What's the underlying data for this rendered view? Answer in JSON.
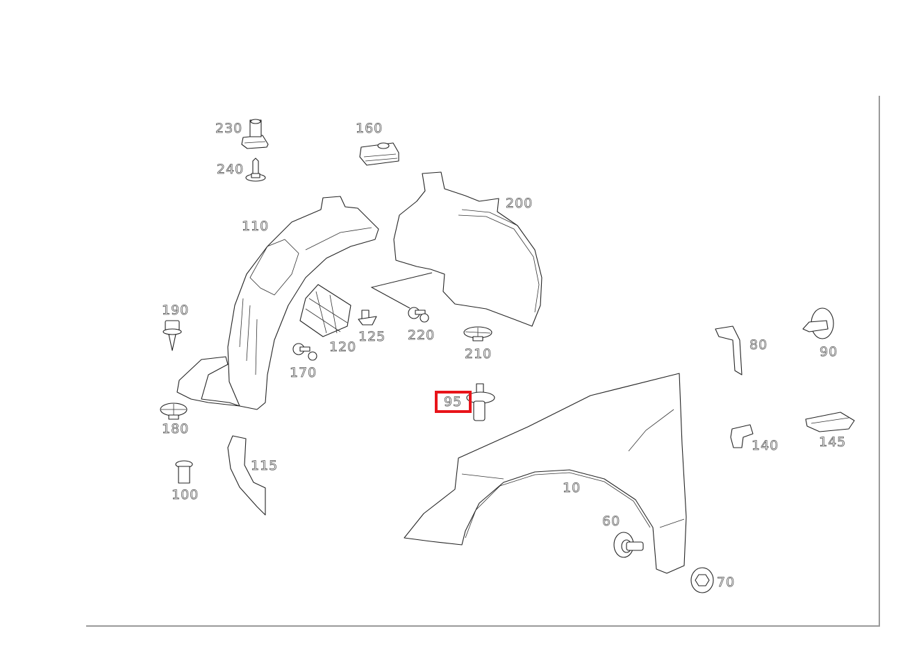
{
  "diagram": {
    "type": "parts-exploded-view",
    "subject": "front fender and wheel housing liner assembly",
    "frame_color": "#999999",
    "highlight_color": "#e8141a",
    "highlighted_callout": "95"
  },
  "callouts": [
    {
      "id": "230",
      "label": "230",
      "part": "clip-nut"
    },
    {
      "id": "240",
      "label": "240",
      "part": "screw"
    },
    {
      "id": "160",
      "label": "160",
      "part": "spring-clip"
    },
    {
      "id": "200",
      "label": "200",
      "part": "wheel-housing-liner-rear"
    },
    {
      "id": "110",
      "label": "110",
      "part": "wheel-housing-liner-front"
    },
    {
      "id": "190",
      "label": "190",
      "part": "tapping-screw"
    },
    {
      "id": "120",
      "label": "120",
      "part": "grille-insert"
    },
    {
      "id": "125",
      "label": "125",
      "part": "expanding-rivet"
    },
    {
      "id": "220",
      "label": "220",
      "part": "push-pin"
    },
    {
      "id": "210",
      "label": "210",
      "part": "spreader-nut"
    },
    {
      "id": "170",
      "label": "170",
      "part": "push-pin"
    },
    {
      "id": "180",
      "label": "180",
      "part": "spreader-nut"
    },
    {
      "id": "115",
      "label": "115",
      "part": "trim-strip"
    },
    {
      "id": "100",
      "label": "100",
      "part": "grommet"
    },
    {
      "id": "95",
      "label": "95",
      "part": "stud-clip"
    },
    {
      "id": "10",
      "label": "10",
      "part": "front-fender"
    },
    {
      "id": "60",
      "label": "60",
      "part": "bolt-with-washer"
    },
    {
      "id": "70",
      "label": "70",
      "part": "nut"
    },
    {
      "id": "80",
      "label": "80",
      "part": "bracket"
    },
    {
      "id": "90",
      "label": "90",
      "part": "expanding-clip"
    },
    {
      "id": "140",
      "label": "140",
      "part": "bracket-small"
    },
    {
      "id": "145",
      "label": "145",
      "part": "speed-nut"
    }
  ]
}
